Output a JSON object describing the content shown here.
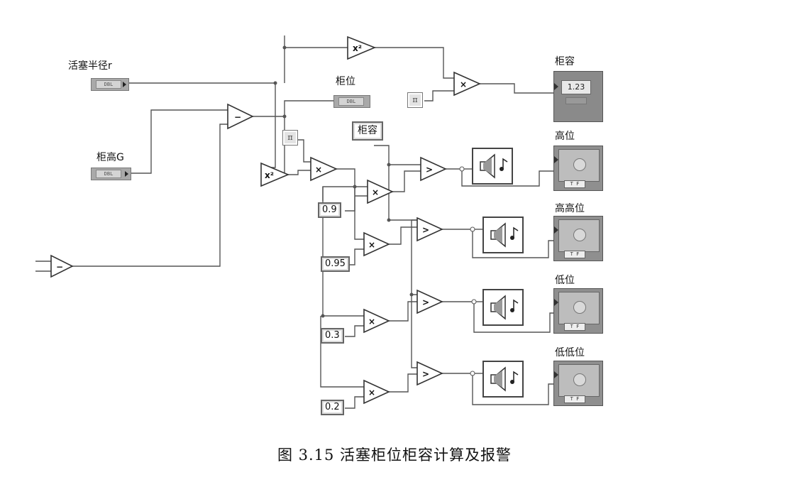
{
  "labels": {
    "piston_radius": "活塞半径r",
    "tank_height": "柜高G",
    "tank_level_out": "柜位",
    "tank_volume_ref": "柜容",
    "tank_volume_out": "柜容",
    "high": "高位",
    "high_high": "高高位",
    "low": "低位",
    "low_low": "低低位"
  },
  "terminal_text": {
    "radius": "DBL",
    "height": "DBL",
    "level": "DBL"
  },
  "pi_symbol": "π",
  "operators": {
    "minus": "−",
    "multiply": "×",
    "greater": ">",
    "square": "x²"
  },
  "constants": [
    "0.9",
    "0.95",
    "0.3",
    "0.2"
  ],
  "numeric_indicator": "1.23",
  "led_text": "T F",
  "caption": "图 3.15  活塞柜位柜容计算及报警"
}
